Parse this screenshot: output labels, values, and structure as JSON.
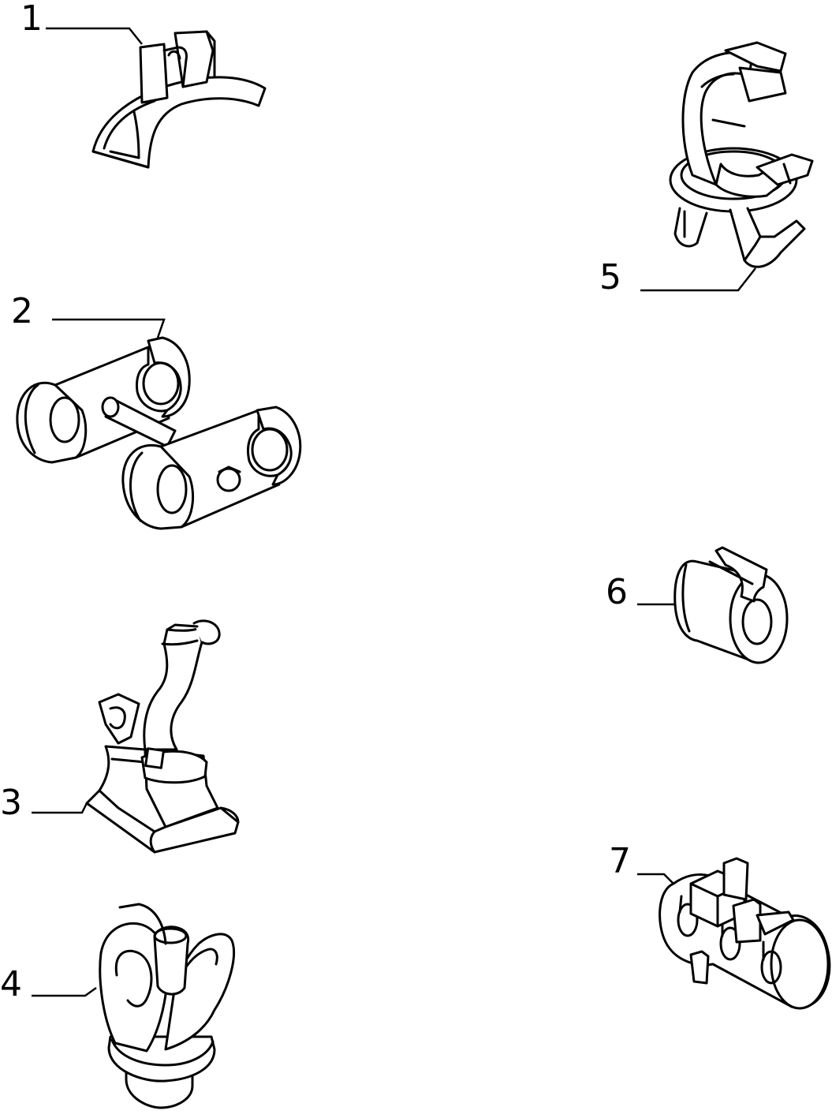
{
  "diagram": {
    "ink_color": "#000000",
    "background_color": "#ffffff",
    "parts": [
      {
        "id": "part-1",
        "label": "1",
        "icon": "arc-pipe-clip-icon"
      },
      {
        "id": "part-2",
        "label": "2",
        "icon": "double-pipe-clip-icon"
      },
      {
        "id": "part-3",
        "label": "3",
        "icon": "strap-clip-on-base-icon"
      },
      {
        "id": "part-4",
        "label": "4",
        "icon": "push-in-y-clip-icon"
      },
      {
        "id": "part-5",
        "label": "5",
        "icon": "ring-clip-with-tabs-icon"
      },
      {
        "id": "part-6",
        "label": "6",
        "icon": "split-cylinder-clip-icon"
      },
      {
        "id": "part-7",
        "label": "7",
        "icon": "triple-pipe-clip-icon"
      }
    ]
  }
}
